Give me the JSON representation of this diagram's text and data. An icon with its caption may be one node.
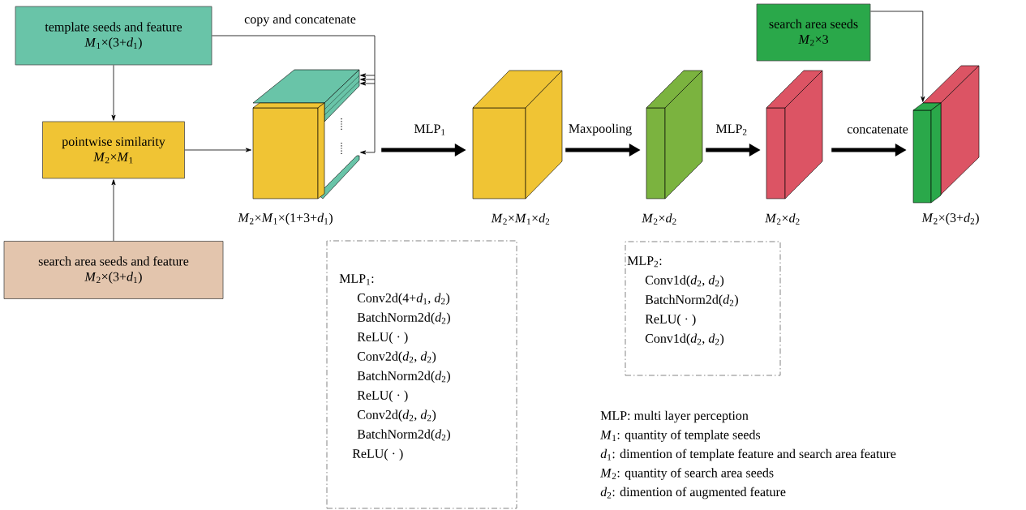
{
  "diagram": {
    "nodes": [
      {
        "text": [
          "template seeds and feature",
          "*M*$_{1}$×(3+*d*$_{1}$)"
        ]
      },
      {
        "text": [
          "pointwise similarity",
          "*M*$_{2}$×*M*$_{1}$"
        ]
      },
      {
        "text": [
          "search area seeds and feature",
          "*M*$_{2}$×(3+*d*$_{1}$)"
        ]
      },
      {
        "text": [],
        "shape": "box",
        "beside": [
          "*M*$_{2}$×*M*$_{1}$×(1+3+*d*$_{1}$)"
        ]
      },
      {
        "text": [],
        "shape": "box",
        "beside": [
          "*M*$_{2}$×*M*$_{1}$×*d*$_{2}$"
        ]
      },
      {
        "text": [],
        "shape": "box",
        "beside": [
          "*M*$_{2}$×*d*$_{2}$"
        ]
      },
      {
        "text": [],
        "shape": "box",
        "beside": [
          "*M*$_{2}$×*d*$_{2}$"
        ]
      },
      {
        "text": [
          "search area seeds",
          "*M*$_{2}$×3"
        ]
      },
      {
        "text": [],
        "shape": "box",
        "beside": [
          "*M*$_{2}$×(3+*d*$_{2}$)"
        ]
      },
      {
        "text": [
          "MLP$_{1}$:",
          "Conv2d(4+*d*$_{1}$, *d*$_{2}$)",
          "BatchNorm2d(*d*$_{2}$)",
          "ReLU( · )",
          "Conv2d(*d*$_{2}$, *d*$_{2}$)",
          "BatchNorm2d(*d*$_{2}$)",
          "ReLU( · )",
          "Conv2d(*d*$_{2}$, *d*$_{2}$)",
          "BatchNorm2d(*d*$_{2}$)",
          "ReLU( · )"
        ]
      },
      {
        "text": [
          "MLP$_{2}$:",
          "Conv1d(*d*$_{2}$, *d*$_{2}$)",
          "BatchNorm2d(*d*$_{2}$)",
          "ReLU( · )",
          "Conv1d(*d*$_{2}$, *d*$_{2}$)"
        ]
      }
    ],
    "edges": [
      {
        "from": 0,
        "to": 1,
        "arrow": "to"
      },
      {
        "from": 2,
        "to": 1,
        "arrow": "to"
      },
      {
        "from": 1,
        "to": 3,
        "arrow": "to"
      },
      {
        "from": 0,
        "to": 3,
        "arrow": "to",
        "label": "copy and concatenate"
      },
      {
        "from": 3,
        "to": 4,
        "arrow": "to",
        "label": "MLP$_{1}$",
        "style": "thick"
      },
      {
        "from": 4,
        "to": 5,
        "arrow": "to",
        "label": "Maxpooling",
        "style": "thick"
      },
      {
        "from": 5,
        "to": 6,
        "arrow": "to",
        "label": "MLP$_{2}$",
        "style": "thick"
      },
      {
        "from": 6,
        "to": 8,
        "arrow": "to",
        "label": "concatenate",
        "style": "thick"
      },
      {
        "from": 7,
        "to": 8,
        "arrow": "to"
      }
    ],
    "labels": [
      "MLP: multi layer perception",
      "*M*$_{1}$: quantity of template seeds",
      "*d*$_{1}$: dimention of template feature and search area feature",
      "*M*$_{2}$: quantity of search area seeds",
      "*d*$_{2}$: dimention of augmented feature"
    ]
  }
}
